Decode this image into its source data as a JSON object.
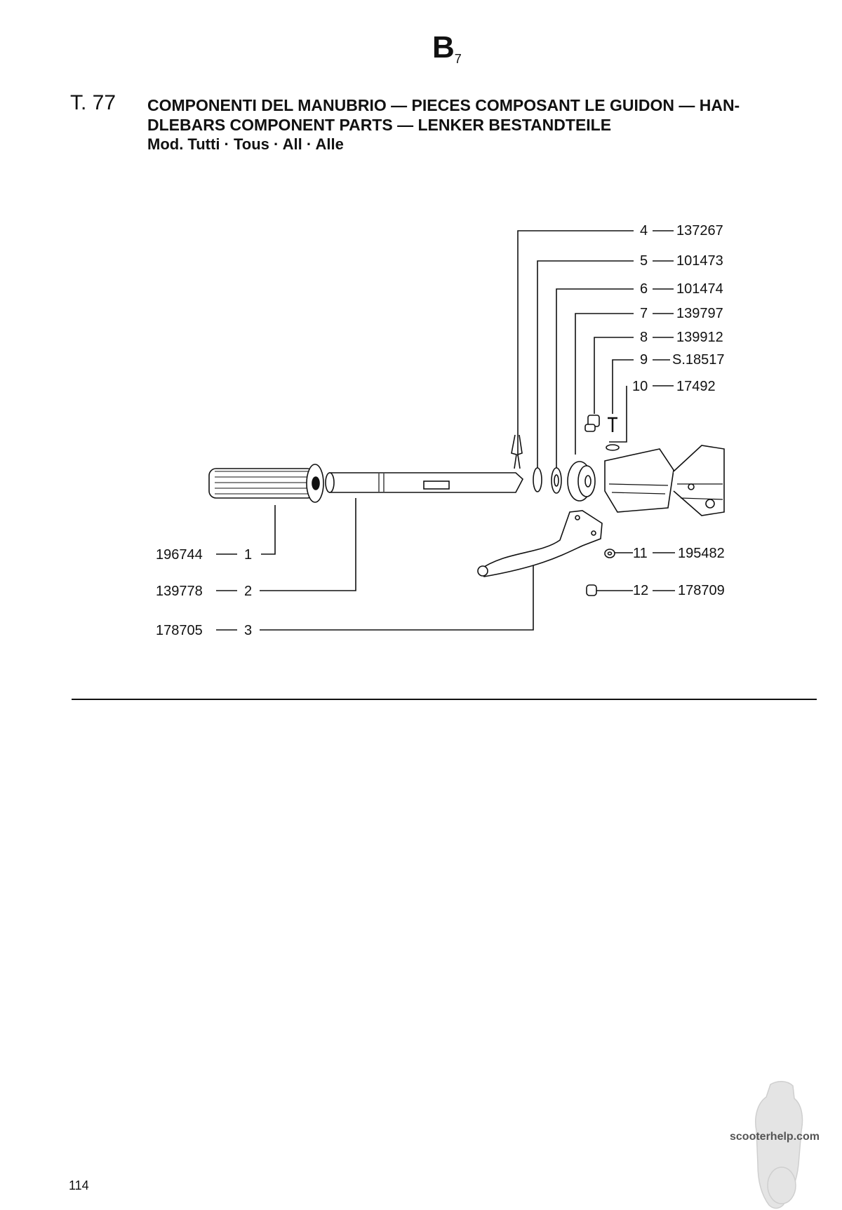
{
  "header": {
    "section_code": "B",
    "section_sub": "7",
    "table_number": "T. 77",
    "title_line1": "COMPONENTI DEL MANUBRIO — PIECES COMPOSANT LE GUIDON — HAN-",
    "title_line2": "DLEBARS COMPONENT PARTS — LENKER BESTANDTEILE",
    "models": "Mod. Tutti · Tous · All · Alle"
  },
  "parts_right": [
    {
      "ref": "4",
      "code": "137267"
    },
    {
      "ref": "5",
      "code": "101473"
    },
    {
      "ref": "6",
      "code": "101474"
    },
    {
      "ref": "7",
      "code": "139797"
    },
    {
      "ref": "8",
      "code": "139912"
    },
    {
      "ref": "9",
      "code": "S.18517"
    },
    {
      "ref": "10",
      "code": "17492"
    },
    {
      "ref": "11",
      "code": "195482"
    },
    {
      "ref": "12",
      "code": "178709"
    }
  ],
  "parts_left": [
    {
      "ref": "1",
      "code": "196744"
    },
    {
      "ref": "2",
      "code": "139778"
    },
    {
      "ref": "3",
      "code": "178705"
    }
  ],
  "footer": {
    "page_number": "114",
    "watermark": "scooterhelp.com"
  }
}
